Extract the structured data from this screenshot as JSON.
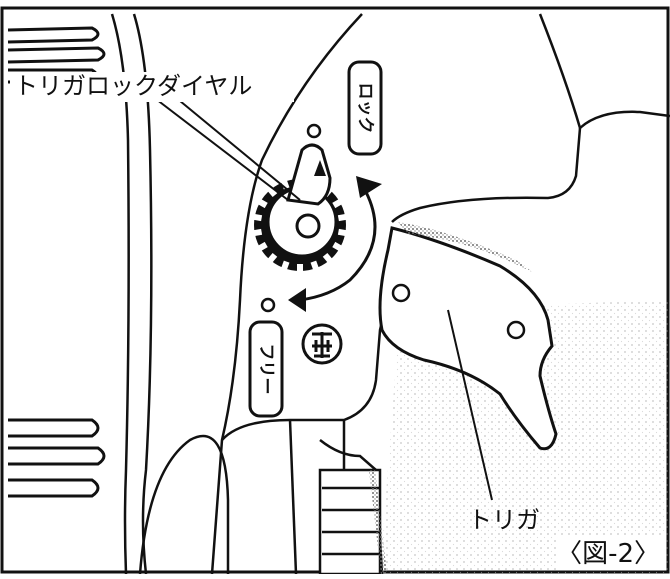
{
  "labels": {
    "trigger_lock_dial": "トリガロックダイヤル",
    "trigger": "トリガ",
    "lock": "ロック",
    "free": "フリー",
    "figure": "〈図-2〉"
  },
  "icons": {
    "direction_symbol": "circled-stop-glyph",
    "rotation_arrow": "curved-double-arrow"
  }
}
